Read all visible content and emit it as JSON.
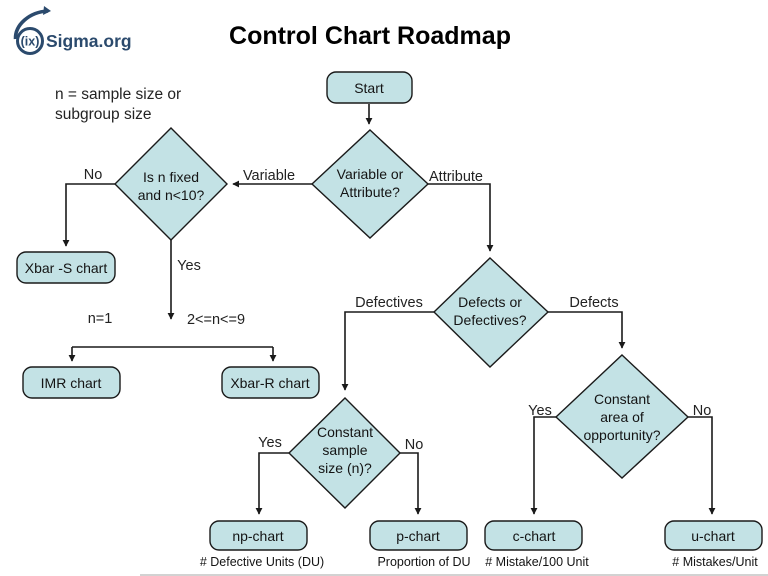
{
  "logo": {
    "mark": "(ix)",
    "brand": "Sigma.org"
  },
  "title": "Control Chart Roadmap",
  "note": [
    "n = sample size or",
    "subgroup size"
  ],
  "nodes": {
    "start": {
      "label": "Start"
    },
    "variable_or_attribute": {
      "lines": [
        "Variable or",
        "Attribute?"
      ]
    },
    "is_n_fixed": {
      "lines": [
        "Is n fixed",
        "and n<10?"
      ]
    },
    "defects_or_defectives": {
      "lines": [
        "Defects or",
        "Defectives?"
      ]
    },
    "constant_sample_size": {
      "lines": [
        "Constant",
        "sample",
        "size (n)?"
      ]
    },
    "constant_area_of_opportunity": {
      "lines": [
        "Constant",
        "area of",
        "opportunity?"
      ]
    },
    "xbar_s": {
      "label": "Xbar -S chart"
    },
    "imr": {
      "label": "IMR chart"
    },
    "xbar_r": {
      "label": "Xbar-R chart"
    },
    "np_chart": {
      "label": "np-chart",
      "caption": "# Defective Units (DU)"
    },
    "p_chart": {
      "label": "p-chart",
      "caption": "Proportion of DU"
    },
    "c_chart": {
      "label": "c-chart",
      "caption": "# Mistake/100 Unit"
    },
    "u_chart": {
      "label": "u-chart",
      "caption": "# Mistakes/Unit"
    }
  },
  "edge_labels": {
    "variable": "Variable",
    "attribute": "Attribute",
    "no_fixed": "No",
    "yes_fixed": "Yes",
    "n_eq_1": "n=1",
    "n_range": "2<=n<=9",
    "defectives": "Defectives",
    "defects": "Defects",
    "yes_sample": "Yes",
    "no_sample": "No",
    "yes_area": "Yes",
    "no_area": "No"
  },
  "colors": {
    "shape_fill": "#c3e2e5",
    "shape_stroke": "#1a1a1a",
    "line": "#1a1a1a",
    "brand": "#2b4a6d",
    "page_edge": "#c4c4c4"
  }
}
